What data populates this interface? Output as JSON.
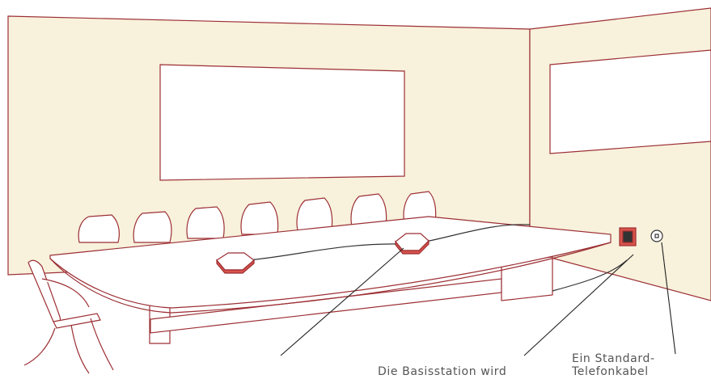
{
  "labels": {
    "base_station": "Die Basisstation wird",
    "standard_line1": "Ein Standard-",
    "standard_line2": "Telefonkabel"
  },
  "colors": {
    "wall": "#f8f1dc",
    "outline": "#9c2f34",
    "device": "#d9534a",
    "leader": "#333333",
    "text": "#555555"
  }
}
